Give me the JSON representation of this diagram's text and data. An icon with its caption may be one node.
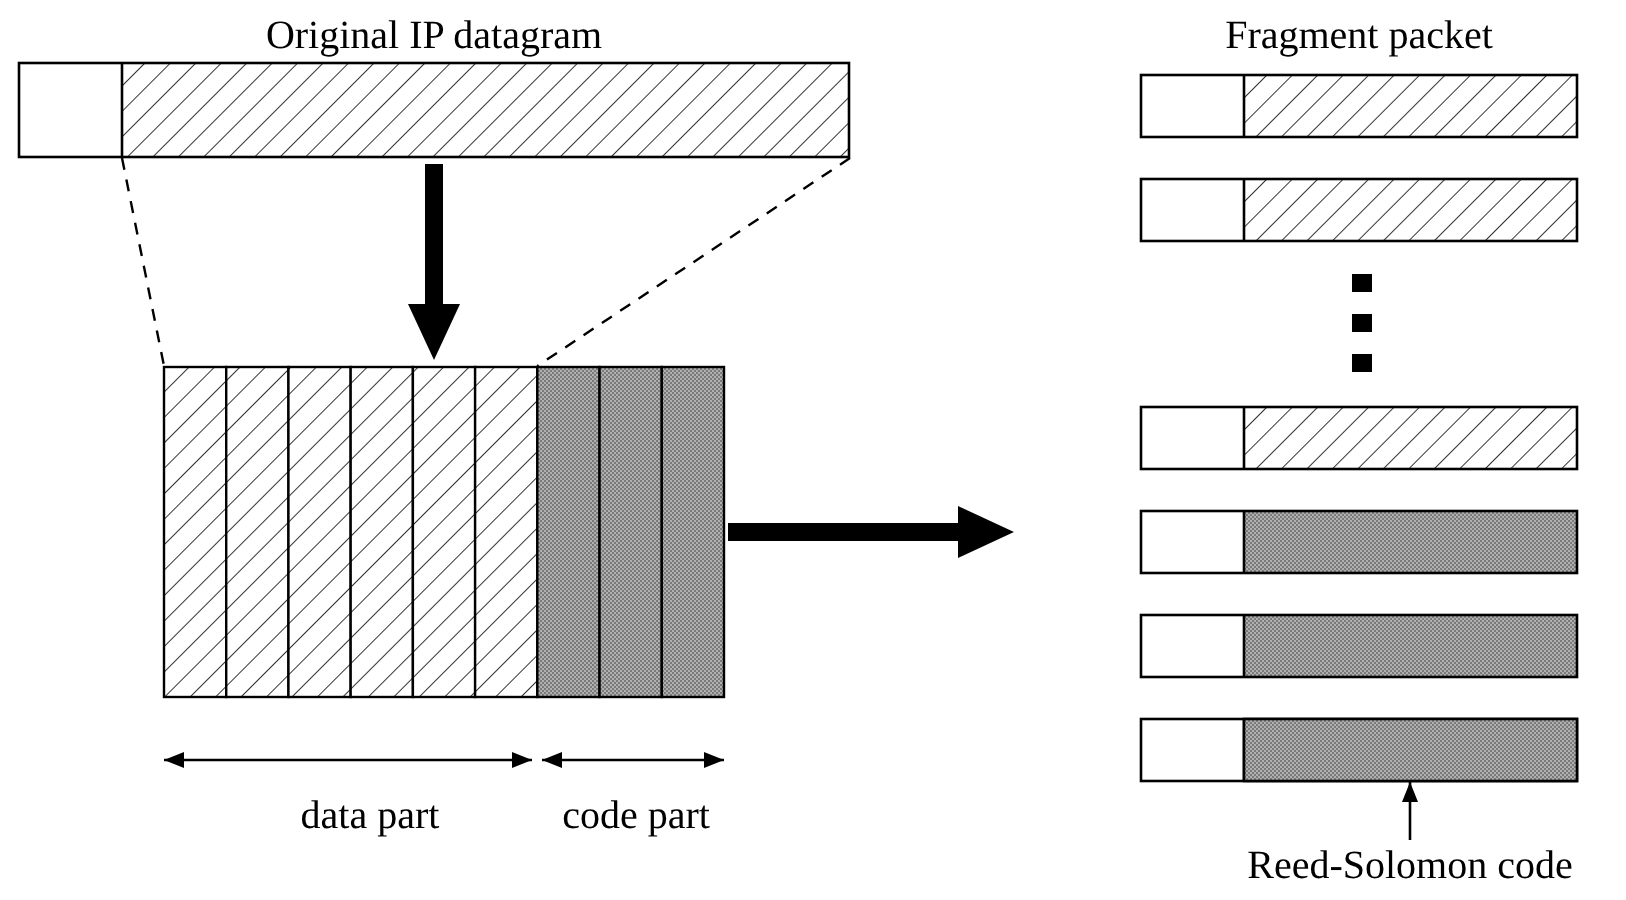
{
  "diagram": {
    "nodes": [
      {
        "text": [
          "Original IP datagram"
        ]
      },
      {
        "text": [],
        "shape": "box"
      },
      {
        "text": [
          "Fragment packet"
        ]
      },
      {
        "text": [],
        "shape": "bar"
      },
      {
        "text": [],
        "shape": "bar"
      },
      {
        "text": [],
        "shape": "bar"
      },
      {
        "text": [],
        "shape": "bar"
      },
      {
        "text": [],
        "shape": "bar"
      },
      {
        "text": [
          "Reed-Solomon code"
        ]
      },
      {
        "text": [],
        "shape": "bar",
        "in": 7
      }
    ],
    "edges": [
      {
        "from": 0,
        "to": 1,
        "arrow": "to",
        "style": "thick"
      },
      {
        "from": 0,
        "to": 1,
        "arrow": "none",
        "style": "dashed"
      },
      {
        "from": 0,
        "to": 1,
        "arrow": "none",
        "style": "dashed"
      },
      {
        "from": 1,
        "to": null,
        "arrow": "to",
        "style": "thick"
      },
      {
        "from": 8,
        "to": 9,
        "arrow": "to"
      }
    ],
    "labels": [
      "data part",
      "code part"
    ]
  }
}
